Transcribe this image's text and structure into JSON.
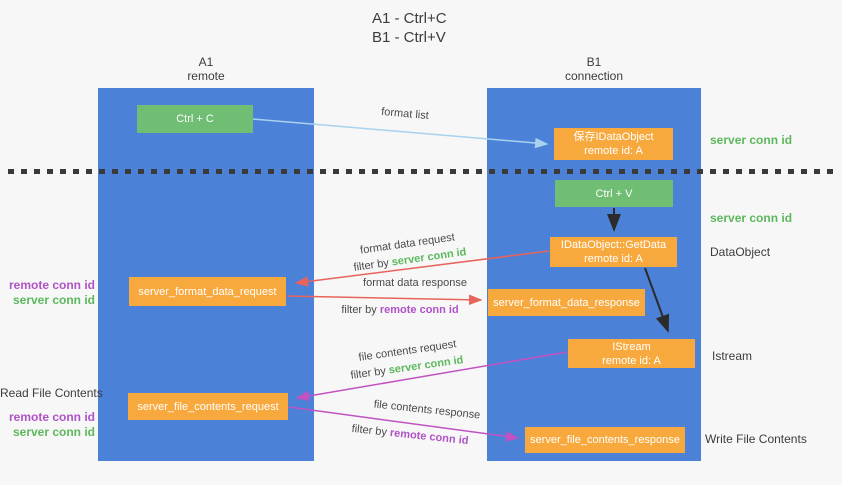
{
  "title": {
    "line1": "A1 - Ctrl+C",
    "line2": "B1 - Ctrl+V"
  },
  "lanes": {
    "left": {
      "name": "A1",
      "role": "remote"
    },
    "right": {
      "name": "B1",
      "role": "connection"
    }
  },
  "nodes": {
    "ctrl_c": {
      "label": "Ctrl + C"
    },
    "save_dataobject": {
      "line1": "保存IDataObject",
      "line2": "remote id: A"
    },
    "ctrl_v": {
      "label": "Ctrl + V"
    },
    "getdata": {
      "line1": "IDataObject::GetData",
      "line2": "remote id: A"
    },
    "format_request": {
      "label": "server_format_data_request"
    },
    "format_response": {
      "label": "server_format_data_response"
    },
    "istream": {
      "line1": "IStream",
      "line2": "remote id: A"
    },
    "file_request": {
      "label": "server_file_contents_request"
    },
    "file_response": {
      "label": "server_file_contents_response"
    }
  },
  "edge_labels": {
    "format_list": "format list",
    "format_data_request": "format data request",
    "format_data_response": "format data response",
    "file_contents_request": "file contents request",
    "file_contents_response": "file contents response",
    "filter_by": "filter by",
    "server_conn_id": "server conn id",
    "remote_conn_id": "remote conn id"
  },
  "margin_labels": {
    "left": {
      "remote_conn_id_1": "remote conn id",
      "server_conn_id_1": "server conn id",
      "read_file_contents": "Read File Contents",
      "remote_conn_id_2": "remote conn id",
      "server_conn_id_2": "server conn id"
    },
    "right": {
      "server_conn_id_1": "server conn id",
      "server_conn_id_2": "server conn id",
      "dataobject": "DataObject",
      "istream": "Istream",
      "write_file_contents": "Write File Contents"
    }
  },
  "colors": {
    "background": "#f7f7f7",
    "lane_fill": "#4b82d8",
    "action_fill": "#6fbe73",
    "object_fill": "#f8a93e",
    "text_dark": "#3c3c3c",
    "green_text": "#5cb85c",
    "purple_text": "#b052c7",
    "red_arrow": "#e8635c",
    "magenta_arrow": "#c252c2",
    "blue_arrow": "#a8d2ee",
    "black_arrow": "#2b2b2b",
    "divider": "#3a3a3a"
  }
}
